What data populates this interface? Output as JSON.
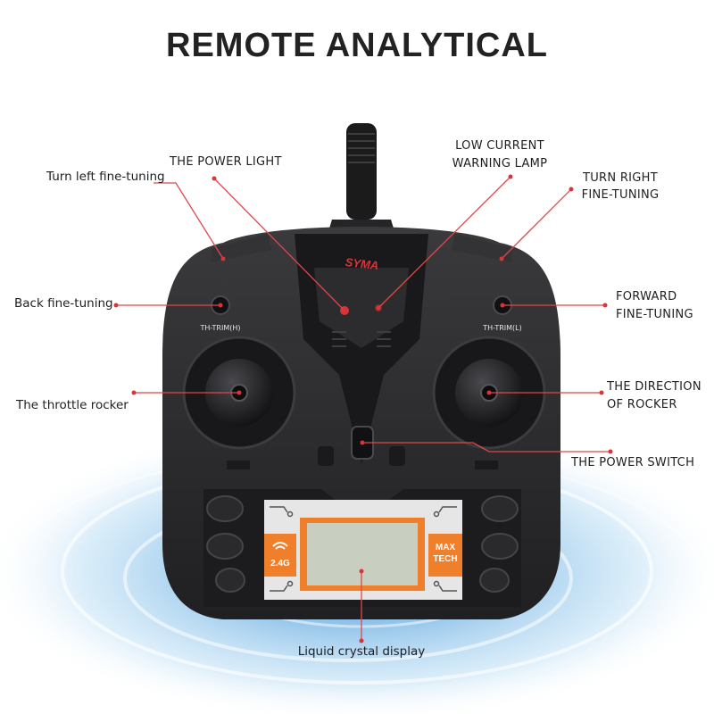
{
  "title": "REMOTE ANALYTICAL",
  "callouts": {
    "power_light": "THE POWER LIGHT",
    "low_current_line1": "LOW CURRENT",
    "low_current_line2": "WARNING LAMP",
    "turn_left": "Turn left fine-tuning",
    "turn_right_line1": "TURN RIGHT",
    "turn_right_line2": "FINE-TUNING",
    "back_tuning": "Back fine-tuning",
    "forward_line1": "FORWARD",
    "forward_line2": "FINE-TUNING",
    "throttle": "The throttle rocker",
    "direction_line1": "THE DIRECTION",
    "direction_line2": "OF ROCKER",
    "power_switch": "THE POWER SWITCH",
    "lcd": "Liquid crystal display"
  },
  "device": {
    "brand": "SYMA",
    "trim_left": "TH-TRIM(H)",
    "trim_right": "TH-TRIM(L)",
    "badge_left": "2.4G",
    "badge_right_line1": "MAX",
    "badge_right_line2": "TECH"
  },
  "colors": {
    "leader": "#e0464a",
    "leader_dot": "#d8343a",
    "body": "#2a2a2c",
    "badge": "#f07f2c",
    "lcd": "#c9cfc0",
    "water": "#9ecfee"
  }
}
